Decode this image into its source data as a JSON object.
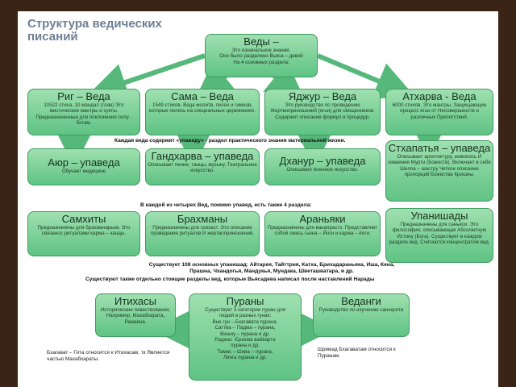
{
  "title": "Структура ведических писаний",
  "vedas": {
    "heading": "Веды –",
    "desc_1": "Это изначальное знание.",
    "desc_2": "Оно было разделено Вьяса – девой",
    "desc_3": "На 4 основных раздела:"
  },
  "rig": {
    "heading": "Риг – Веда",
    "desc": "10522 стиха. 10 мандал (глав) Это мистические мантры и сукты. Предназначенные для поклонения полу - богам."
  },
  "sama": {
    "heading": "Сама – Веда",
    "desc": "1549 стихов. Веда молитв, песен и гимнов, которые пелись на специальных церемониях."
  },
  "yajur": {
    "heading": "Яджур – Веда",
    "desc": "Это руководство по проведению Жертвоприношений (ягьи) для священников. Содержит описание формул и процедур."
  },
  "atharva": {
    "heading": "Атхарва - Веда",
    "desc": "6000 стихов. Это мантры, Защищающие процесс ягьи от Несовершенств и различных Препятствий."
  },
  "upaveda_note": "Каждая веда содержит «упаведу» - раздел практического знания материальной жизни.",
  "ayur": {
    "heading": "Аюр – упаведа",
    "desc": "Обучает медицине"
  },
  "gandharva": {
    "heading": "Гандхарва – упаведа",
    "desc": "Описывает пение, танцы, музыку, Театральное искусство."
  },
  "dhanur": {
    "heading": "Дханур – упаведа",
    "desc": "Описывает военное искусство."
  },
  "sthapatya": {
    "heading": "Стхапатья – упаведа",
    "desc": "Описывает архитектуру, живопись И изваяния Мурти (Божеств). Включает в себя Шилпа – шастру Четкое описание пропорций Божества Кришны."
  },
  "sections_note": "В каждой из четырех Вед, помимо упавед, есть также 4 раздела:",
  "samhitas": {
    "heading": "Самхиты",
    "desc": "Предназначены для брахмачарьев. Это связанос ритуалами карма – канды."
  },
  "brahmanas": {
    "heading": "Брахманы",
    "desc": "Предназначены для грихаст. Это описание проведения ритуалов И жертвоприношений."
  },
  "aranyakas": {
    "heading": "Араньяки",
    "desc": "Предназначены для ванапрастх. Представляет собой смесь гьяна – Йоги и карма – йоги."
  },
  "upanishads": {
    "heading": "Упанишады",
    "desc": "Предназначены для саньяси. Это философия, описывающая Абсолютную Истину (Бога). Существует в каждом разделе вед. Считаются концентратом вед."
  },
  "upanishads_note": "Существует 108 основных упанишад: Айтарея, Тайттрия, Катха, Брихадараньяка, Иша, Кена, Прашна, Чхандогья, Мандукья, Мундака, Шветашватара, и др.",
  "smriti_note": "Существуют также отдельно стоящие разделы вед, которые Вьясадева написал после наставлений Нарады",
  "itihasas": {
    "heading": "Итихасы",
    "desc": "Исторические повествования, Например, Махабхарата, Рамаяна."
  },
  "puranas": {
    "heading": "Пураны",
    "line_1": "Существует 3 категории пуран для",
    "line_2": "людей в разных гунах:",
    "line_3": "Вне гун – Бхагавата пурана.",
    "line_4": "Саттва – Падма – пурана,",
    "line_5": "Вишну – пурана и др.",
    "line_6": "Раджас -Брахма вайварта",
    "line_7": "пурана и др.",
    "line_8": "Тамас – Шива – пурана,",
    "line_9": "Линга пурана и др."
  },
  "vedangas": {
    "heading": "Веданги",
    "desc": "Руководство по изучению санскрита"
  },
  "gita_note": "Бхагават – Гита относится к Итихасам, тк Является частью Махабхараты.",
  "bhagavatam_note": "Шримад Бхагаватам относится к Пуранам.",
  "colors": {
    "box_top": "#9fe0b0",
    "box_bottom": "#5fc384",
    "border": "#3f9a5e",
    "arrow": "#56b87a",
    "title": "#6f7f94"
  }
}
